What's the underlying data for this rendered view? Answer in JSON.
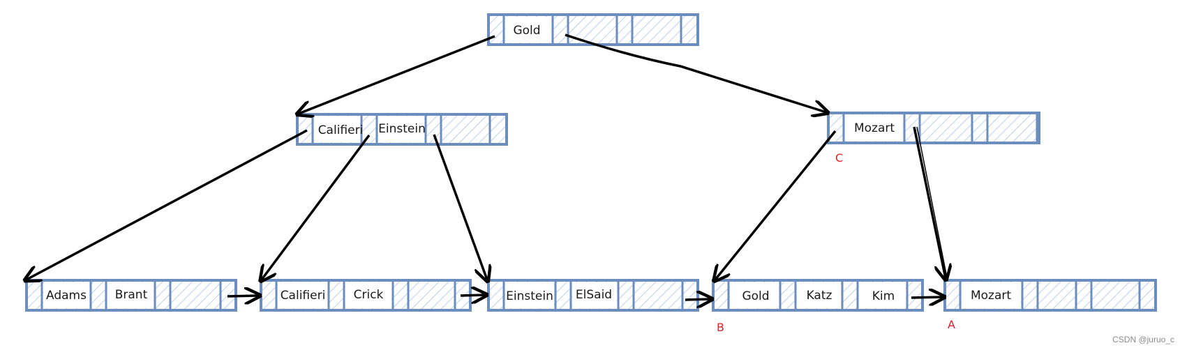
{
  "colors": {
    "node": "#6c8ebf",
    "hatch": "#a9c4eb",
    "arrow": "#000000",
    "marker": "#e0202a"
  },
  "nodes": {
    "root": {
      "keys": [
        "Gold",
        "",
        ""
      ]
    },
    "mid_l": {
      "keys": [
        "Califieri",
        "Einstein",
        ""
      ]
    },
    "mid_r": {
      "keys": [
        "Mozart",
        "",
        ""
      ]
    },
    "leaf_1": {
      "keys": [
        "Adams",
        "Brant",
        ""
      ]
    },
    "leaf_2": {
      "keys": [
        "Califieri",
        "Crick",
        ""
      ]
    },
    "leaf_3": {
      "keys": [
        "Einstein",
        "ElSaid",
        ""
      ]
    },
    "leaf_4": {
      "keys": [
        "Gold",
        "Katz",
        "Kim"
      ]
    },
    "leaf_5": {
      "keys": [
        "Mozart",
        "",
        ""
      ]
    }
  },
  "markers": {
    "a": "A",
    "b": "B",
    "c": "C"
  },
  "watermark": "CSDN @juruo_c"
}
